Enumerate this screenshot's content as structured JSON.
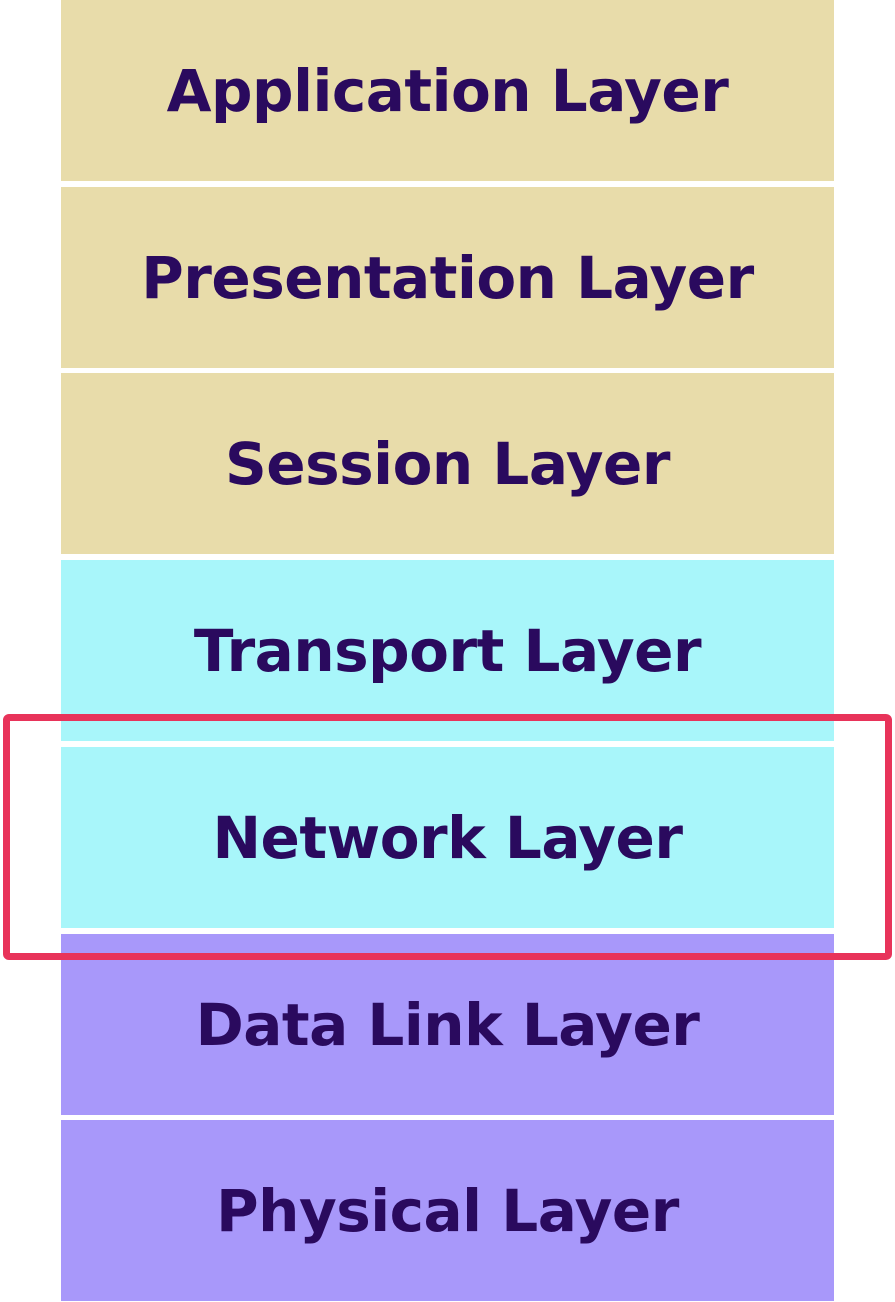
{
  "diagram": {
    "layers": [
      {
        "label": "Application Layer",
        "group": "upper",
        "color": "#e8dcaa"
      },
      {
        "label": "Presentation Layer",
        "group": "upper",
        "color": "#e8dcaa"
      },
      {
        "label": "Session Layer",
        "group": "upper",
        "color": "#e8dcaa"
      },
      {
        "label": "Transport Layer",
        "group": "middle",
        "color": "#a8f6fa"
      },
      {
        "label": "Network Layer",
        "group": "middle",
        "color": "#a8f6fa"
      },
      {
        "label": "Data Link Layer",
        "group": "lower",
        "color": "#a898fa"
      },
      {
        "label": "Physical Layer",
        "group": "lower",
        "color": "#a898fa"
      }
    ],
    "highlighted_layer": "Network Layer",
    "highlight_color": "#e8335a",
    "text_color": "#2a0a5e"
  }
}
